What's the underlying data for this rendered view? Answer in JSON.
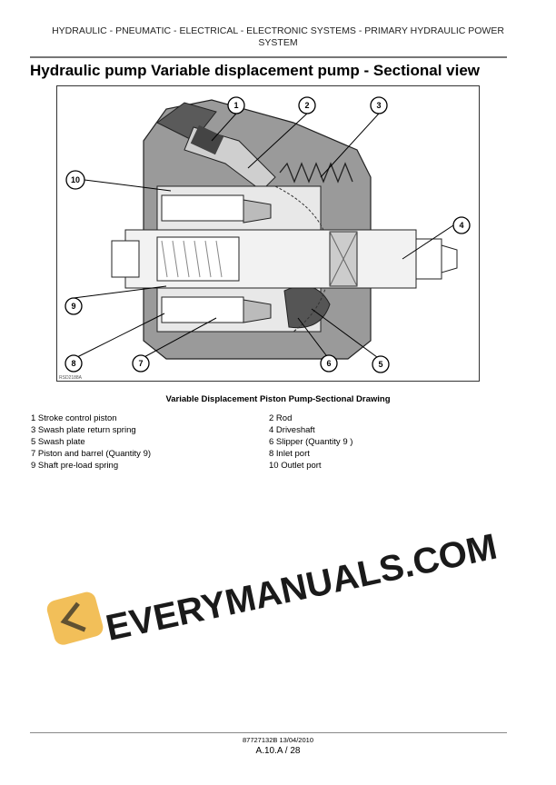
{
  "header": {
    "line1": "HYDRAULIC - PNEUMATIC - ELECTRICAL - ELECTRONIC SYSTEMS - PRIMARY HYDRAULIC POWER",
    "line2": "SYSTEM"
  },
  "title": "Hydraulic pump Variable displacement pump - Sectional view",
  "figure": {
    "id": "RSD2188A",
    "callouts": [
      "1",
      "2",
      "3",
      "4",
      "5",
      "6",
      "7",
      "8",
      "9",
      "10"
    ],
    "caption": "Variable Displacement Piston Pump-Sectional Drawing"
  },
  "legend": {
    "left": [
      "1 Stroke control piston",
      "3 Swash plate return spring",
      "5 Swash plate",
      "7 Piston and barrel (Quantity 9)",
      "9 Shaft pre-load spring"
    ],
    "right": [
      "2 Rod",
      "4 Driveshaft",
      "6 Slipper (Quantity 9 )",
      "8 Inlet port",
      "10 Outlet port"
    ]
  },
  "watermark": "EVERYMANUALS.COM",
  "footer": {
    "doc": "87727132B 13/04/2010",
    "page": "A.10.A / 28"
  },
  "colors": {
    "watermark": "#1a1a1a",
    "watermark_logo": "#f0b43c"
  }
}
